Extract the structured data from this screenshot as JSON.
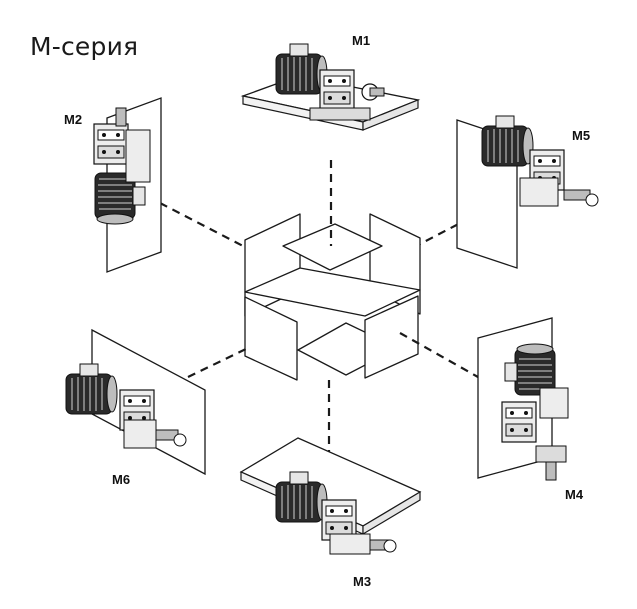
{
  "title": "M-серия",
  "positions": {
    "m1": "M1",
    "m2": "M2",
    "m3": "M3",
    "m4": "M4",
    "m5": "M5",
    "m6": "M6"
  },
  "colors": {
    "line": "#1a1a1a",
    "panel_fill": "#ffffff",
    "motor_dark": "#2a2a2a",
    "motor_mid": "#8a8a8a",
    "housing": "#e6e6e6"
  }
}
